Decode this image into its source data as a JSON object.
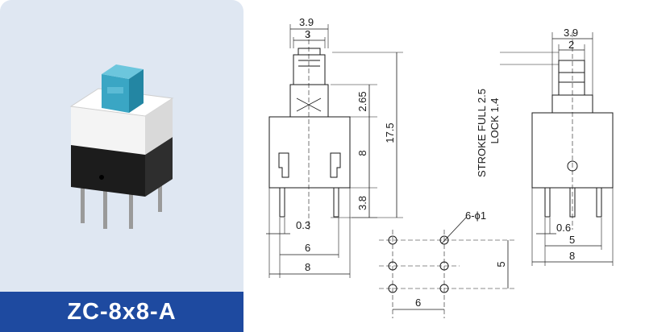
{
  "product": {
    "model": "ZC-8x8-A"
  },
  "colors": {
    "band": "#1e4aa0",
    "panel": "#dfe7f2",
    "actuator": "#3aa6c4",
    "ink": "#1a1a1a"
  },
  "dimensions": {
    "front_top_width": "3.9",
    "front_plunger_width": "3",
    "front_plunger_height": "2.65",
    "body_height": "8",
    "total_height": "17.5",
    "pin_length": "3.8",
    "pin_width": "0.3",
    "front_pin_spacing": "6",
    "front_body_width": "8",
    "side_top_width": "3.9",
    "side_plunger_width": "2",
    "stroke_note": "STROKE FULL 2.5",
    "lock_note": "LOCK 1.4",
    "side_pin_offset": "0.6",
    "side_pin_spacing": "5",
    "side_body_width": "8",
    "hole_note": "6-ϕ1",
    "hole_row_spacing": "5",
    "hole_col_spacing": "6"
  }
}
